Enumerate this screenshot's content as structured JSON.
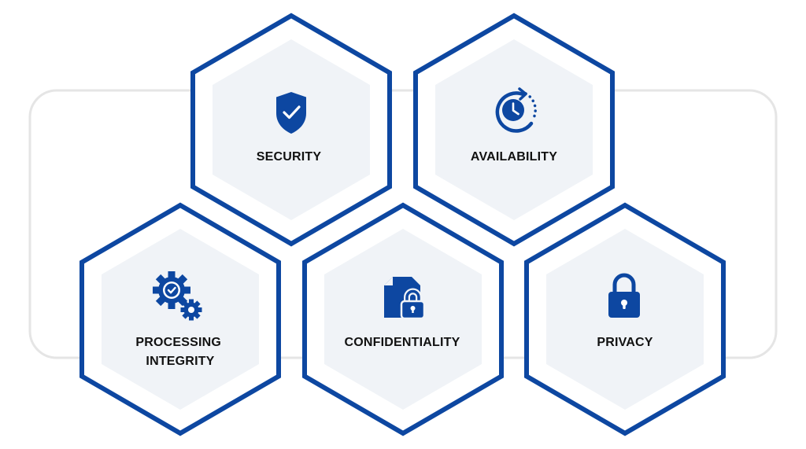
{
  "colors": {
    "accent": "#0d47a1",
    "hex_fill": "#f0f3f7",
    "frame": "#e5e5e5",
    "text": "#111111"
  },
  "items": [
    {
      "label": "SECURITY",
      "icon": "shield-check-icon"
    },
    {
      "label": "AVAILABILITY",
      "icon": "clock-refresh-icon"
    },
    {
      "label_line1": "PROCESSING",
      "label_line2": "INTEGRITY",
      "icon": "gears-check-icon"
    },
    {
      "label": "CONFIDENTIALITY",
      "icon": "file-lock-icon"
    },
    {
      "label": "PRIVACY",
      "icon": "padlock-icon"
    }
  ]
}
